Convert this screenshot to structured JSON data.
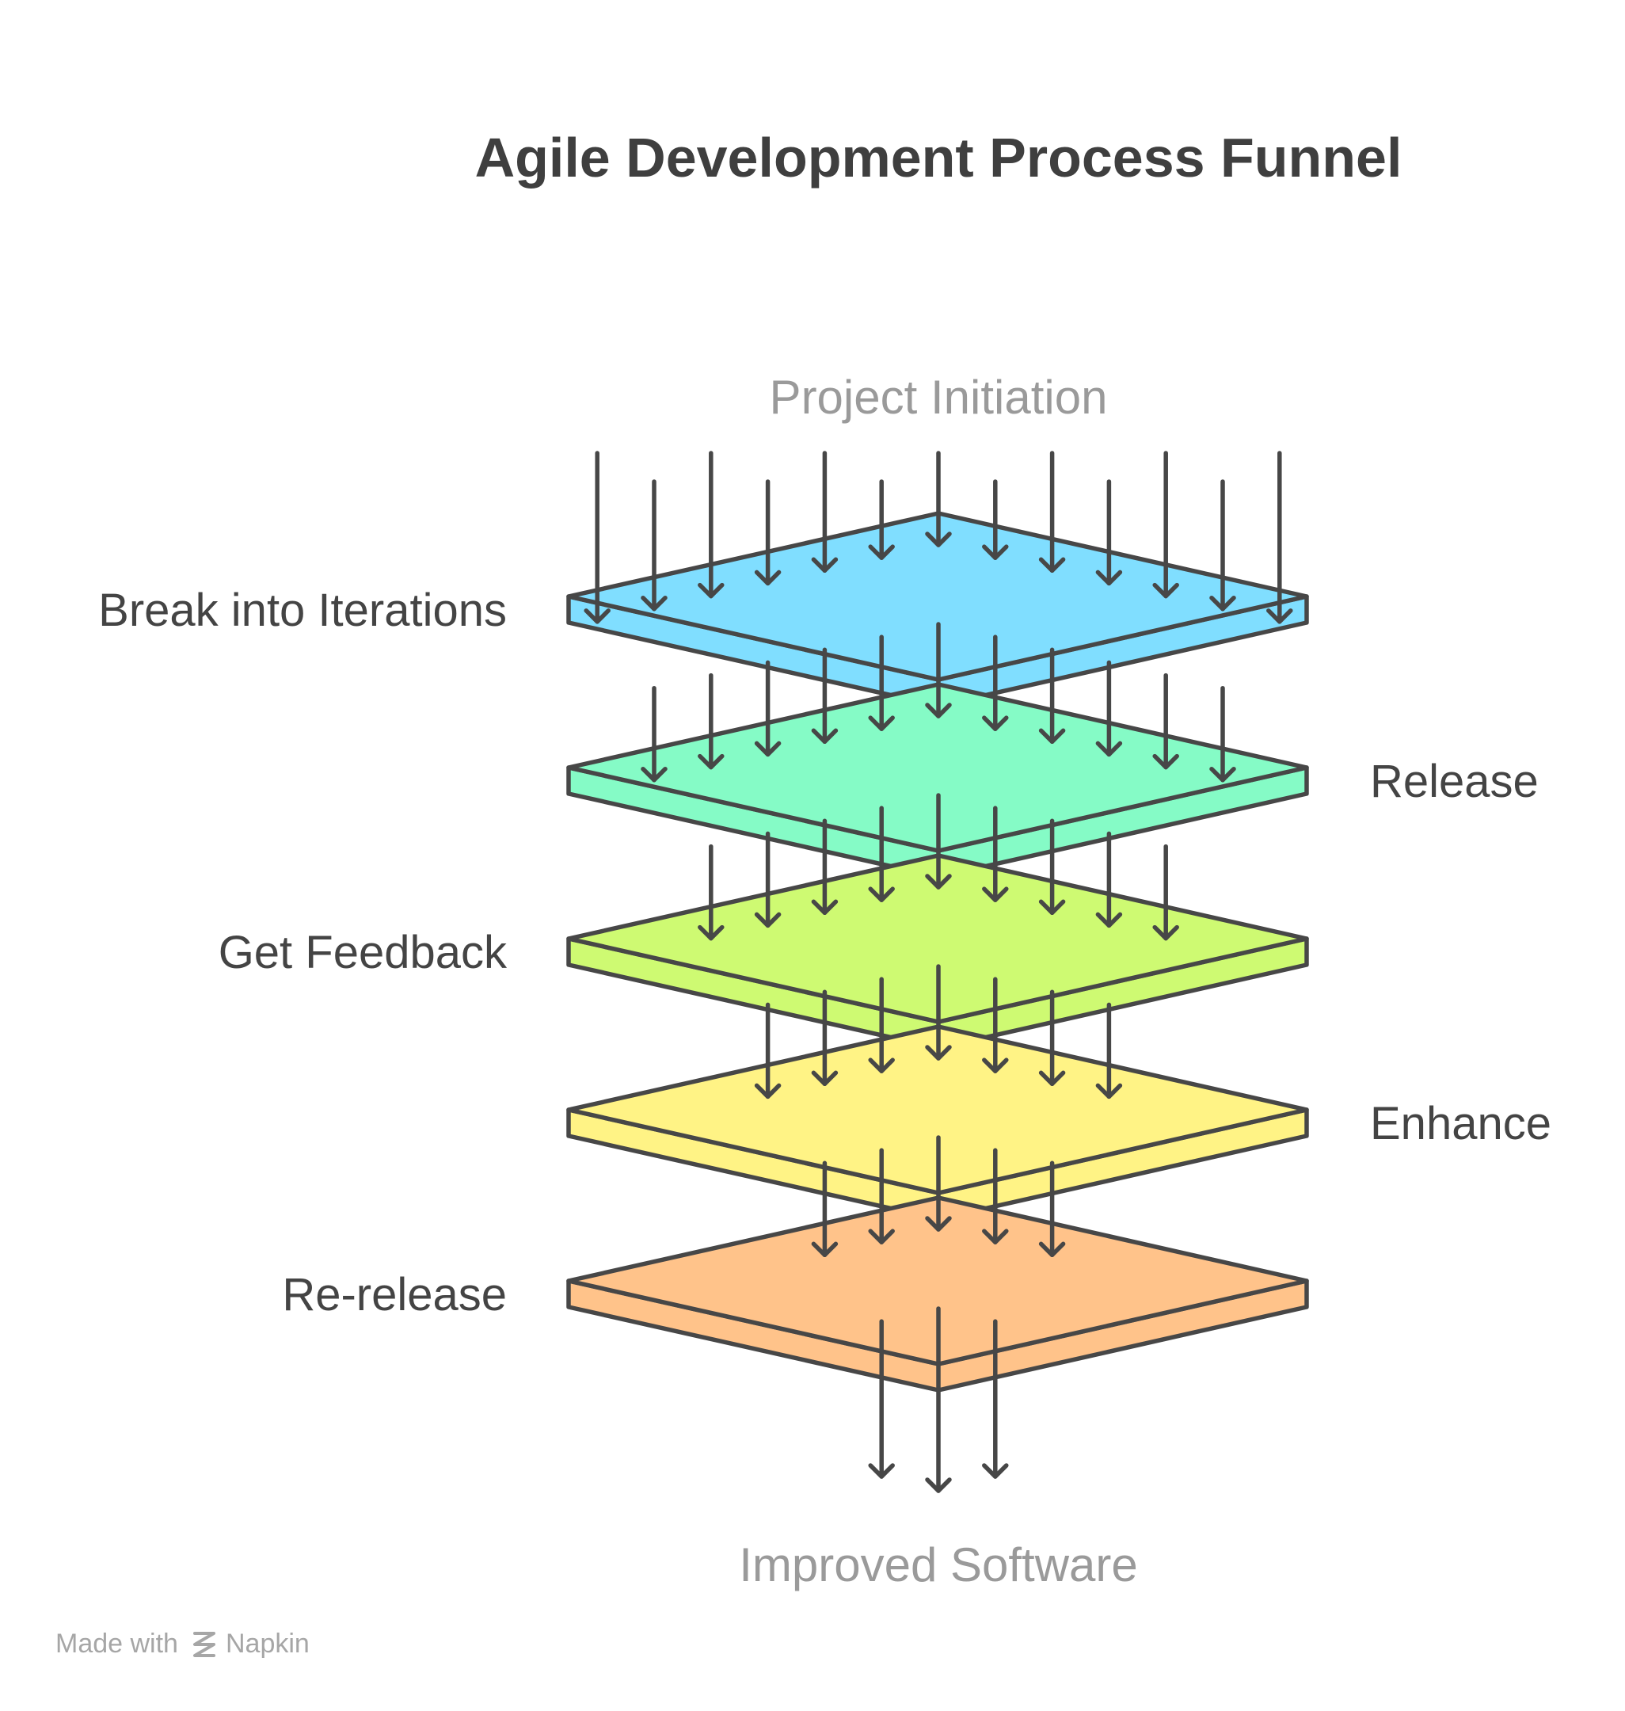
{
  "title": "Agile Development Process Funnel",
  "input_label": "Project Initiation",
  "output_label": "Improved Software",
  "stages": [
    {
      "label": "Break into Iterations",
      "color": "#80DEFF",
      "side": "left"
    },
    {
      "label": "Release",
      "color": "#85FBC6",
      "side": "right"
    },
    {
      "label": "Get Feedback",
      "color": "#CEFA72",
      "side": "left"
    },
    {
      "label": "Enhance",
      "color": "#FFF385",
      "side": "right"
    },
    {
      "label": "Re-release",
      "color": "#FFC38A",
      "side": "left"
    }
  ],
  "footer": {
    "made_with": "Made with",
    "brand": "Napkin"
  },
  "colors": {
    "stroke": "#474747",
    "title": "#3f3f3f",
    "muted": "#9a9a9a"
  },
  "icons": [
    "arrow-down-icon",
    "napkin-logo-icon"
  ]
}
